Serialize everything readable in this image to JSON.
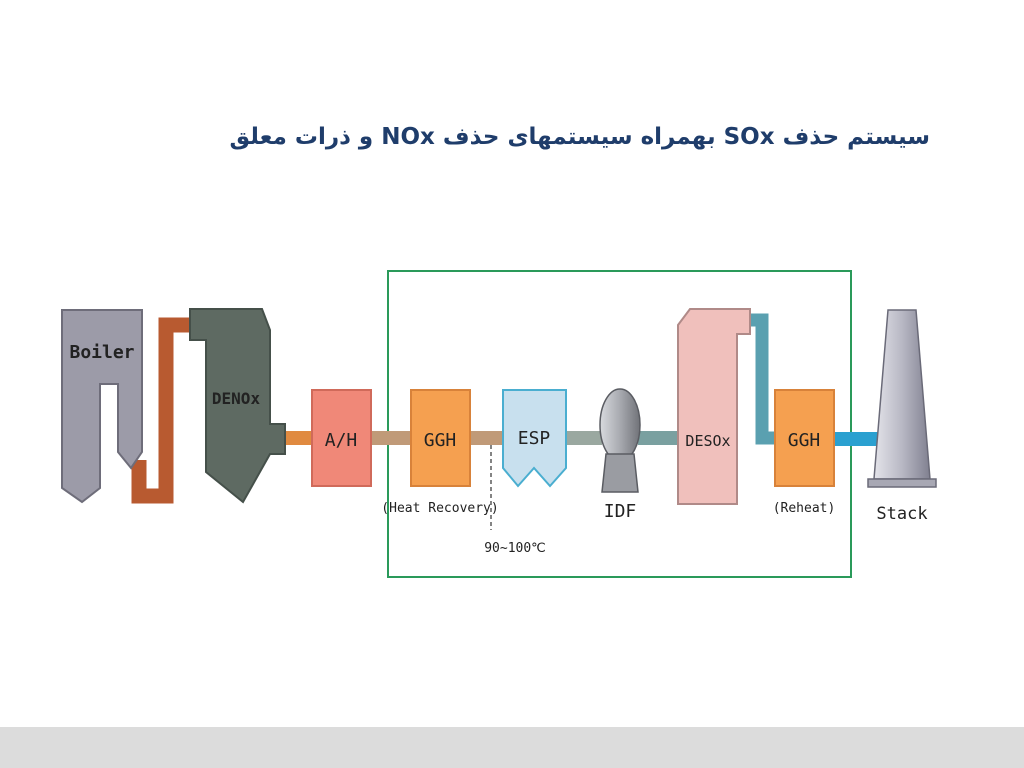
{
  "slide": {
    "title": "سیستم حذف SOx بهمراه سیستمهای حذف NOx و ذرات معلق"
  },
  "diagram": {
    "labels": {
      "boiler": "Boiler",
      "denox": "DENOx",
      "ah": "A/H",
      "ggh1": "GGH",
      "esp": "ESP",
      "idf": "IDF",
      "desox": "DESOx",
      "ggh2": "GGH",
      "stack": "Stack",
      "heat_recovery": "(Heat Recovery)",
      "reheat": "(Reheat)",
      "temperature": "90~100℃"
    },
    "colors": {
      "boiler": "#9c9ba8",
      "denox": "#5e6a62",
      "ah": "#f08878",
      "ggh": "#f5a050",
      "esp": "#c8e0ee",
      "idf": "#a8aab0",
      "desox": "#f0c0bc",
      "stack": "#b8b8c4",
      "flue_hot": "#b85a30",
      "flue_orange": "#e08a40",
      "flue_tan": "#c09a78",
      "flue_gray": "#9aa8a0",
      "flue_teal": "#5aa0b0",
      "flue_clean": "#2aa0d0",
      "frame": "#2a9a5a"
    }
  }
}
